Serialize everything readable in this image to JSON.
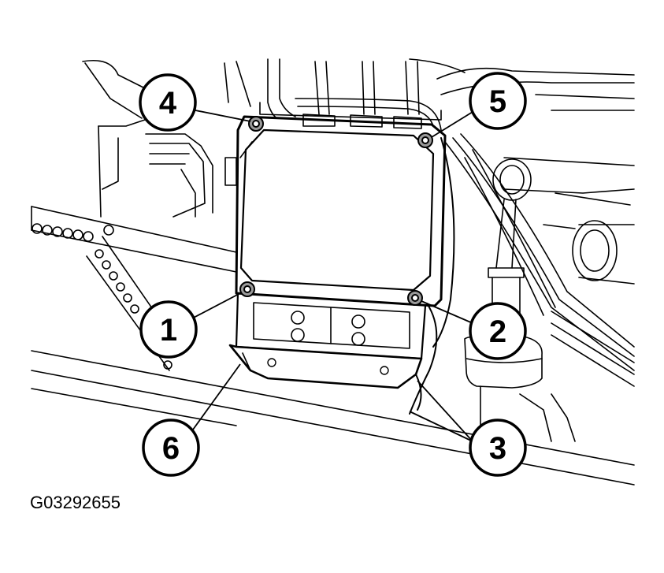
{
  "figure": {
    "id": "G03292655",
    "callouts": [
      {
        "label": "1"
      },
      {
        "label": "2"
      },
      {
        "label": "3"
      },
      {
        "label": "4"
      },
      {
        "label": "5"
      },
      {
        "label": "6"
      }
    ]
  },
  "colors": {
    "line": "#000000",
    "background": "#ffffff",
    "bolt": "#9a9a9a"
  }
}
